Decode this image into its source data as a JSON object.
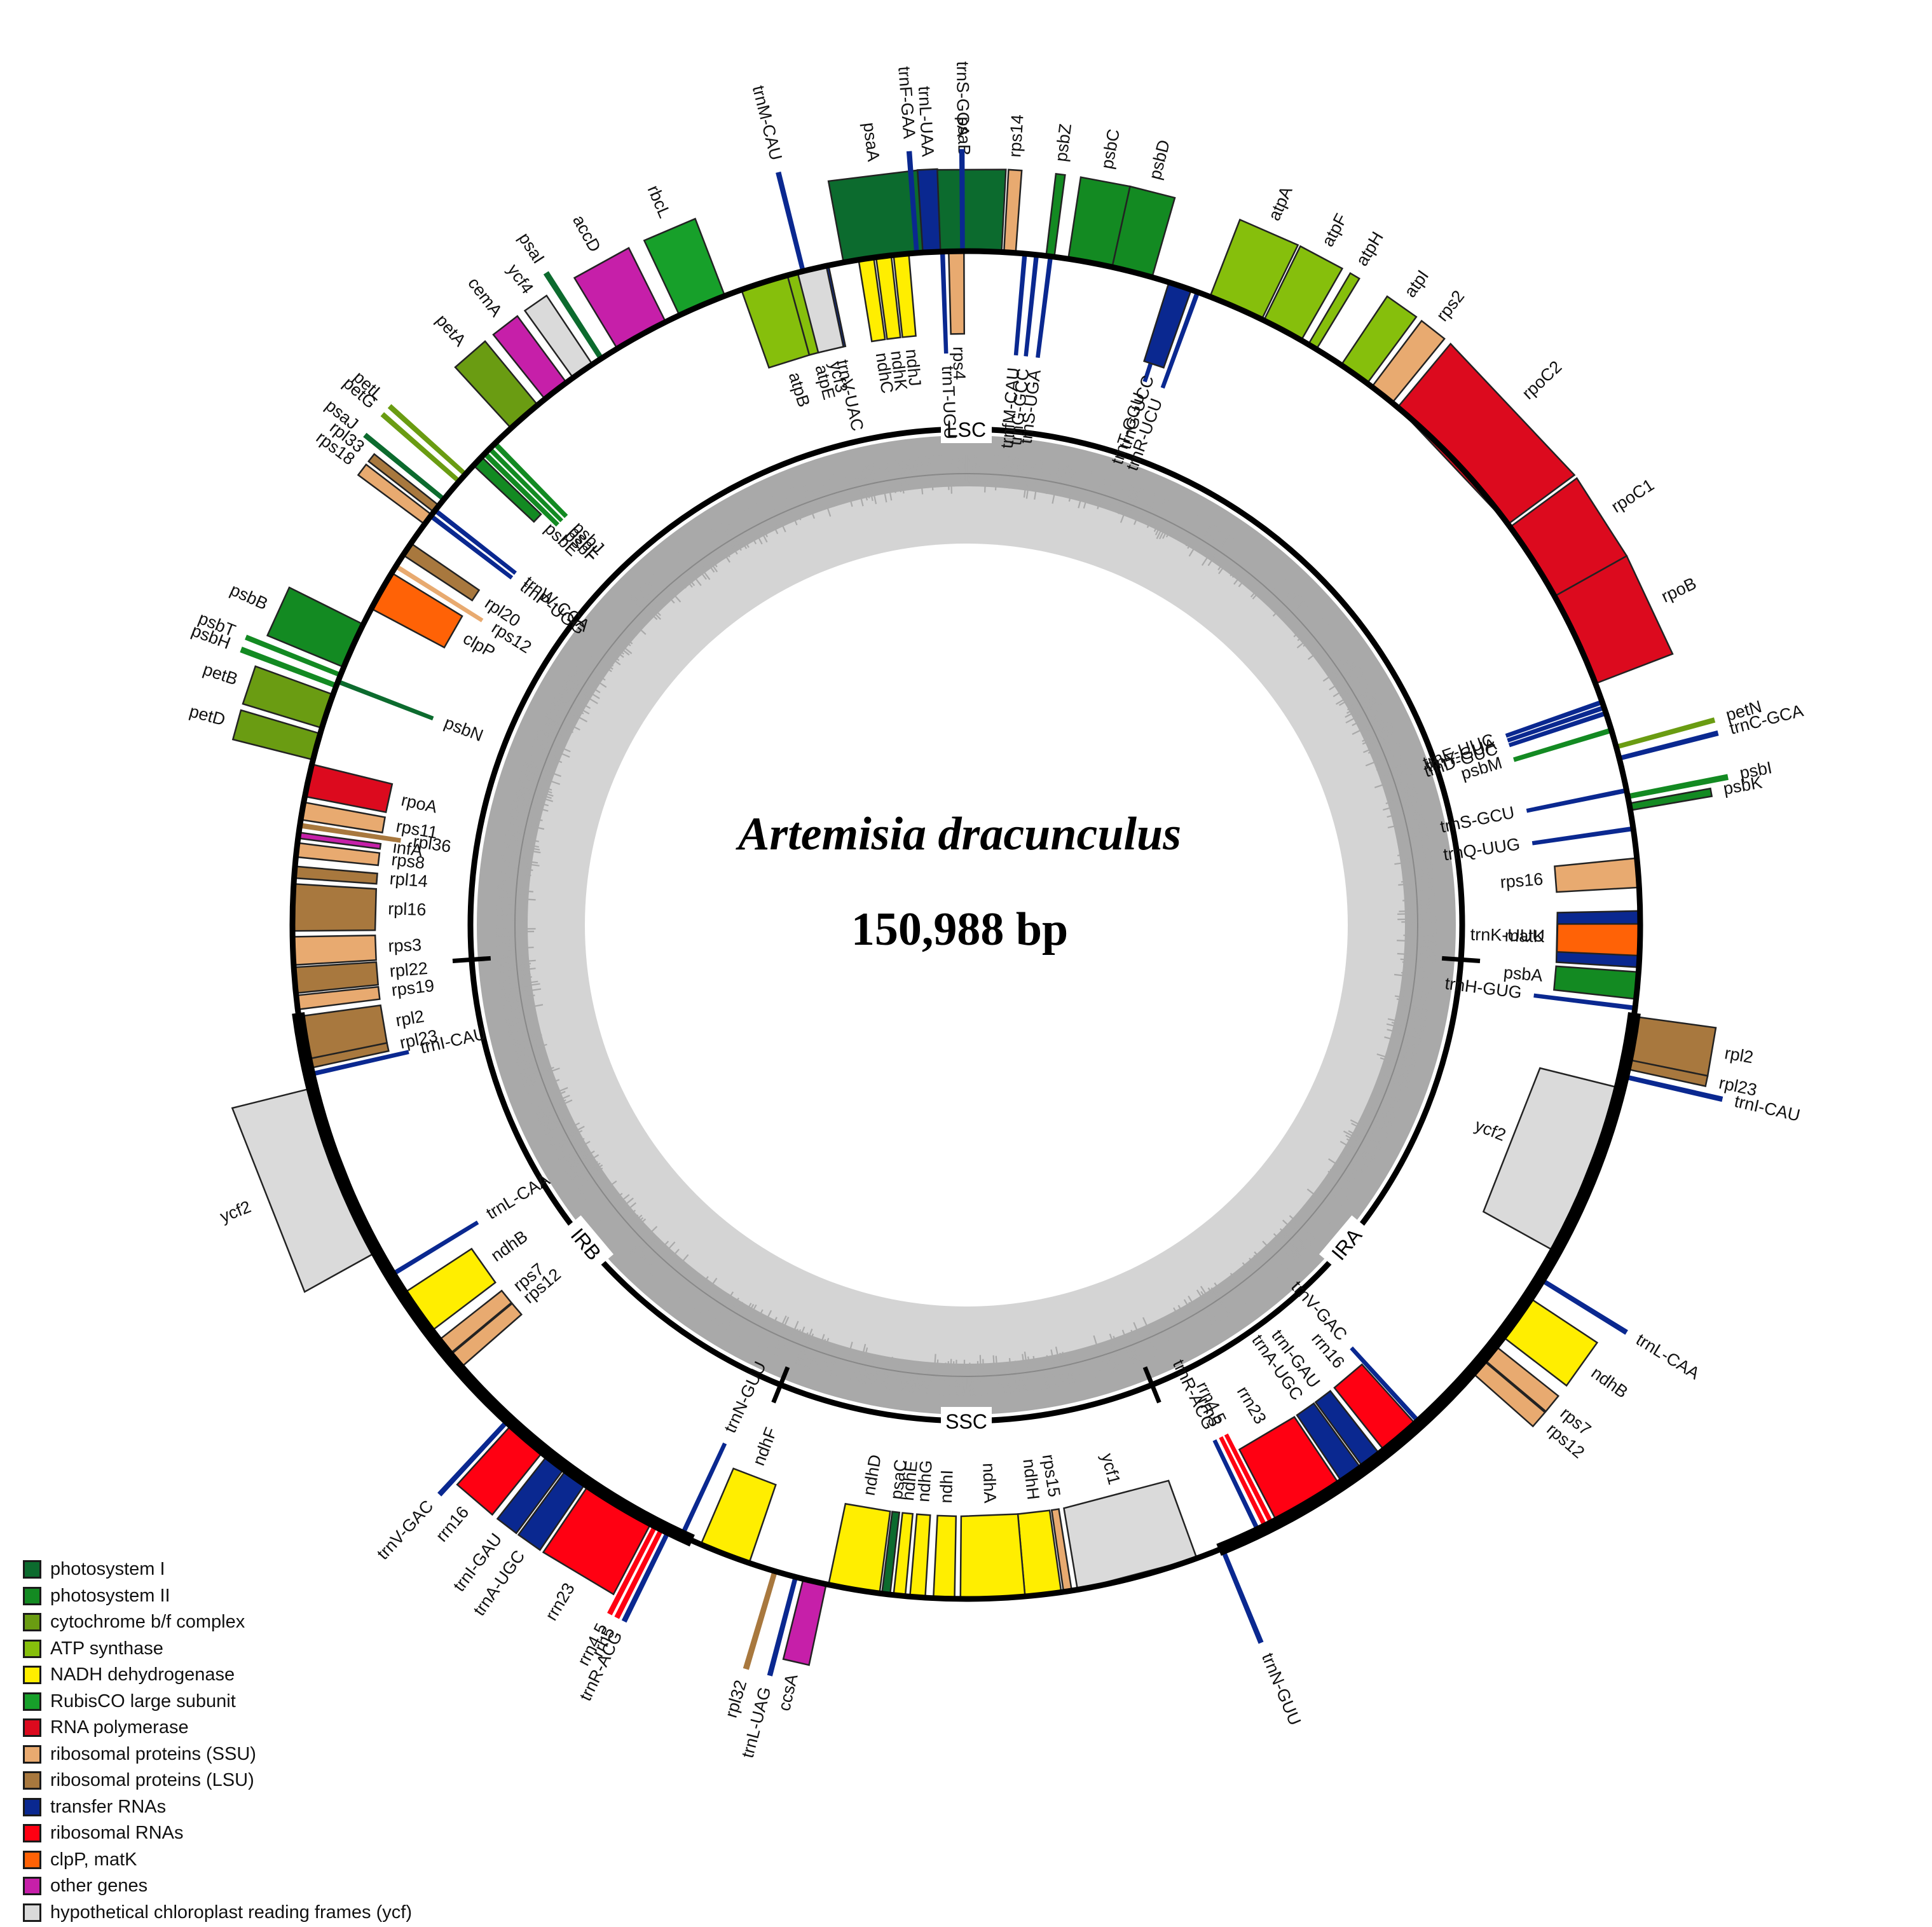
{
  "title": {
    "species": "Artemisia dracunculus",
    "size": "150,988 bp"
  },
  "regions": [
    {
      "label": "LSC",
      "angle": 0
    },
    {
      "label": "IRA",
      "angle": 130
    },
    {
      "label": "SSC",
      "angle": 180
    },
    {
      "label": "IRB",
      "angle": 230
    }
  ],
  "region_ticks": [
    94,
    158,
    202,
    266
  ],
  "colors": {
    "photosystem_I": "#0c6b2e",
    "photosystem_II": "#138a22",
    "cytochrome": "#6a9c12",
    "atp": "#86bf0c",
    "ndh": "#ffee00",
    "rubisco": "#17a02a",
    "rpo": "#dc0a1e",
    "rps": "#e8aa70",
    "rpl": "#a8783e",
    "trna": "#0a2890",
    "rrna": "#ff0012",
    "clp": "#ff6206",
    "other": "#c61fa9",
    "ycf": "#dadada"
  },
  "legend": [
    {
      "label": "photosystem I",
      "color": "#0c6b2e"
    },
    {
      "label": "photosystem II",
      "color": "#138a22"
    },
    {
      "label": "cytochrome b/f complex",
      "color": "#6a9c12"
    },
    {
      "label": "ATP synthase",
      "color": "#86bf0c"
    },
    {
      "label": "NADH dehydrogenase",
      "color": "#ffee00"
    },
    {
      "label": "RubisCO large subunit",
      "color": "#17a02a"
    },
    {
      "label": "RNA polymerase",
      "color": "#dc0a1e"
    },
    {
      "label": "ribosomal proteins (SSU)",
      "color": "#e8aa70"
    },
    {
      "label": "ribosomal proteins (LSU)",
      "color": "#a8783e"
    },
    {
      "label": "transfer RNAs",
      "color": "#0a2890"
    },
    {
      "label": "ribosomal RNAs",
      "color": "#ff0012"
    },
    {
      "label": "clpP, matK",
      "color": "#ff6206"
    },
    {
      "label": "other genes",
      "color": "#c61fa9"
    },
    {
      "label": "hypothetical chloroplast reading frames (ycf)",
      "color": "#dadada"
    }
  ],
  "genes": [
    {
      "name": "psaA",
      "type": "photosystem_I",
      "start": -10.5,
      "end": -3.5,
      "side": "out"
    },
    {
      "name": "psaB",
      "type": "photosystem_I",
      "start": -3.5,
      "end": 3.0,
      "side": "out"
    },
    {
      "name": "rps14",
      "type": "rps",
      "start": 3.2,
      "end": 4.2,
      "side": "out"
    },
    {
      "name": "trnfM-CAU",
      "type": "trna",
      "start": 4.8,
      "end": 5.1,
      "side": "in"
    },
    {
      "name": "trnG-GCC",
      "type": "trna",
      "start": 5.8,
      "end": 6.1,
      "side": "in"
    },
    {
      "name": "psbZ",
      "type": "photosystem_II",
      "start": 6.8,
      "end": 7.5,
      "side": "out"
    },
    {
      "name": "trnS-UGA",
      "type": "trna",
      "start": 7.0,
      "end": 7.3,
      "side": "in"
    },
    {
      "name": "psbC",
      "type": "photosystem_II",
      "start": 8.7,
      "end": 12.5,
      "side": "out"
    },
    {
      "name": "psbD",
      "type": "photosystem_II",
      "start": 12.5,
      "end": 16.0,
      "side": "out"
    },
    {
      "name": "trnT-GGU",
      "type": "trna",
      "start": 18.0,
      "end": 18.3,
      "side": "in"
    },
    {
      "name": "trnG-UCC",
      "type": "trna",
      "start": 17.5,
      "end": 19.5,
      "side": "in"
    },
    {
      "name": "trnR-UCU",
      "type": "trna",
      "start": 19.9,
      "end": 20.2,
      "side": "in"
    },
    {
      "name": "atpA",
      "type": "atp",
      "start": 21.2,
      "end": 26.0,
      "side": "out"
    },
    {
      "name": "atpF",
      "type": "atp",
      "start": 26.2,
      "end": 29.8,
      "side": "out"
    },
    {
      "name": "atpH",
      "type": "atp",
      "start": 30.5,
      "end": 31.3,
      "side": "out"
    },
    {
      "name": "atpI",
      "type": "atp",
      "start": 33.8,
      "end": 36.5,
      "side": "out"
    },
    {
      "name": "rps2",
      "type": "rps",
      "start": 37.0,
      "end": 39.2,
      "side": "out"
    },
    {
      "name": "rpoC2",
      "type": "rpo",
      "start": 39.8,
      "end": 53.5,
      "side": "out"
    },
    {
      "name": "rpoC1",
      "type": "rpo",
      "start": 53.8,
      "end": 60.8,
      "side": "out"
    },
    {
      "name": "rpoB",
      "type": "rpo",
      "start": 60.8,
      "end": 69.0,
      "side": "out"
    },
    {
      "name": "trnC-GCA",
      "type": "trna",
      "start": 75.5,
      "end": 75.8,
      "side": "out"
    },
    {
      "name": "petN",
      "type": "cytochrome",
      "start": 74.5,
      "end": 74.8,
      "side": "out"
    },
    {
      "name": "psbM",
      "type": "photosystem_II",
      "start": 73.0,
      "end": 73.4,
      "side": "in"
    },
    {
      "name": "trnD-GUC",
      "type": "trna",
      "start": 71.5,
      "end": 71.8,
      "side": "in"
    },
    {
      "name": "trnY-GUA",
      "type": "trna",
      "start": 71.0,
      "end": 71.3,
      "side": "in"
    },
    {
      "name": "trnE-UUC",
      "type": "trna",
      "start": 70.5,
      "end": 70.8,
      "side": "in"
    },
    {
      "name": "psbI",
      "type": "photosystem_II",
      "start": 78.8,
      "end": 79.2,
      "side": "out"
    },
    {
      "name": "psbK",
      "type": "photosystem_II",
      "start": 79.6,
      "end": 80.2,
      "side": "out"
    },
    {
      "name": "trnS-GCU",
      "type": "trna",
      "start": 78.3,
      "end": 78.6,
      "side": "in"
    },
    {
      "name": "trnQ-UUG",
      "type": "trna",
      "start": 81.6,
      "end": 81.9,
      "side": "in"
    },
    {
      "name": "rps16",
      "type": "rps",
      "start": 84.3,
      "end": 86.8,
      "side": "in"
    },
    {
      "name": "trnK-UUU",
      "type": "trna",
      "start": 88.8,
      "end": 93.6,
      "side": "in"
    },
    {
      "name": "matK",
      "type": "clp",
      "start": 89.9,
      "end": 92.6,
      "side": "in"
    },
    {
      "name": "psbA",
      "type": "photosystem_II",
      "start": 94.0,
      "end": 96.3,
      "side": "in"
    },
    {
      "name": "trnH-GUG",
      "type": "trna",
      "start": 96.9,
      "end": 97.2,
      "side": "in"
    },
    {
      "name": "rpl2",
      "type": "rpl",
      "start": 97.8,
      "end": 101.5,
      "side": "out"
    },
    {
      "name": "rpl23",
      "type": "rpl",
      "start": 101.5,
      "end": 102.3,
      "side": "out"
    },
    {
      "name": "trnI-CAU",
      "type": "trna",
      "start": 102.8,
      "end": 103.1,
      "side": "out"
    },
    {
      "name": "ycf2",
      "type": "ycf",
      "start": 104.0,
      "end": 119.0,
      "side": "in"
    },
    {
      "name": "trnL-CAA",
      "type": "trna",
      "start": 121.5,
      "end": 121.8,
      "side": "out"
    },
    {
      "name": "ndhB",
      "type": "ndh",
      "start": 123.5,
      "end": 127.5,
      "side": "out"
    },
    {
      "name": "rps7",
      "type": "rps",
      "start": 128.5,
      "end": 130.0,
      "side": "out"
    },
    {
      "name": "rps12",
      "type": "rps",
      "start": 130.1,
      "end": 131.5,
      "side": "out"
    },
    {
      "name": "trnV-GAC",
      "type": "trna",
      "start": 137.5,
      "end": 137.8,
      "side": "in"
    },
    {
      "name": "rrn16",
      "type": "rrna",
      "start": 138.0,
      "end": 141.5,
      "side": "in"
    },
    {
      "name": "trnI-GAU",
      "type": "trna",
      "start": 142.0,
      "end": 143.8,
      "side": "in"
    },
    {
      "name": "trnA-UGC",
      "type": "trna",
      "start": 144.0,
      "end": 146.0,
      "side": "in"
    },
    {
      "name": "rrn23",
      "type": "rrna",
      "start": 146.3,
      "end": 152.5,
      "side": "in"
    },
    {
      "name": "rrn4.5",
      "type": "rrna",
      "start": 152.8,
      "end": 153.1,
      "side": "in"
    },
    {
      "name": "rrn5",
      "type": "rrna",
      "start": 153.4,
      "end": 153.7,
      "side": "in"
    },
    {
      "name": "trnR-ACG",
      "type": "trna",
      "start": 154.1,
      "end": 154.4,
      "side": "in"
    },
    {
      "name": "trnN-GUU",
      "type": "trna",
      "start": 157.5,
      "end": 157.8,
      "side": "out"
    },
    {
      "name": "ycf1",
      "type": "ycf",
      "start": 160.0,
      "end": 170.5,
      "side": "in"
    },
    {
      "name": "rps15",
      "type": "rps",
      "start": 171.0,
      "end": 171.7,
      "side": "in"
    },
    {
      "name": "ndhH",
      "type": "ndh",
      "start": 171.9,
      "end": 175.0,
      "side": "in"
    },
    {
      "name": "ndhA",
      "type": "ndh",
      "start": 175.0,
      "end": 180.5,
      "side": "in"
    },
    {
      "name": "ndhI",
      "type": "ndh",
      "start": 181.0,
      "end": 182.8,
      "side": "in"
    },
    {
      "name": "ndhG",
      "type": "ndh",
      "start": 183.5,
      "end": 184.8,
      "side": "in"
    },
    {
      "name": "ndhE",
      "type": "ndh",
      "start": 185.2,
      "end": 186.2,
      "side": "in"
    },
    {
      "name": "psaC",
      "type": "photosystem_I",
      "start": 186.5,
      "end": 187.2,
      "side": "in"
    },
    {
      "name": "ndhD",
      "type": "ndh",
      "start": 187.4,
      "end": 191.8,
      "side": "in"
    },
    {
      "name": "ccsA",
      "type": "other",
      "start": 192.0,
      "end": 194.0,
      "side": "out"
    },
    {
      "name": "trnL-UAG",
      "type": "trna",
      "start": 194.5,
      "end": 194.8,
      "side": "out"
    },
    {
      "name": "rpl32",
      "type": "rpl",
      "start": 196.3,
      "end": 196.7,
      "side": "out"
    },
    {
      "name": "ndhF",
      "type": "ndh",
      "start": 198.8,
      "end": 203.2,
      "side": "in"
    },
    {
      "name": "trnN-GUU",
      "type": "trna",
      "start": 204.8,
      "end": 205.1,
      "side": "in"
    },
    {
      "name": "trnR-ACG",
      "type": "trna",
      "start": 206.0,
      "end": 206.3,
      "side": "out"
    },
    {
      "name": "rrn5",
      "type": "rrna",
      "start": 206.6,
      "end": 206.9,
      "side": "out"
    },
    {
      "name": "rrn4.5",
      "type": "rrna",
      "start": 207.2,
      "end": 207.5,
      "side": "out"
    },
    {
      "name": "rrn23",
      "type": "rrna",
      "start": 207.8,
      "end": 214.0,
      "side": "out"
    },
    {
      "name": "trnA-UGC",
      "type": "trna",
      "start": 214.3,
      "end": 216.3,
      "side": "out"
    },
    {
      "name": "trnI-GAU",
      "type": "trna",
      "start": 216.5,
      "end": 218.3,
      "side": "out"
    },
    {
      "name": "rrn16",
      "type": "rrna",
      "start": 218.8,
      "end": 222.3,
      "side": "out"
    },
    {
      "name": "trnV-GAC",
      "type": "trna",
      "start": 222.6,
      "end": 222.9,
      "side": "out"
    },
    {
      "name": "rps12",
      "type": "rps",
      "start": 228.8,
      "end": 230.2,
      "side": "in"
    },
    {
      "name": "rps7",
      "type": "rps",
      "start": 230.3,
      "end": 231.8,
      "side": "in"
    },
    {
      "name": "ndhB",
      "type": "ndh",
      "start": 232.8,
      "end": 236.8,
      "side": "in"
    },
    {
      "name": "trnL-CAA",
      "type": "trna",
      "start": 238.5,
      "end": 238.8,
      "side": "in"
    },
    {
      "name": "ycf2",
      "type": "ycf",
      "start": 241.0,
      "end": 256.0,
      "side": "out"
    },
    {
      "name": "trnI-CAU",
      "type": "trna",
      "start": 257.0,
      "end": 257.3,
      "side": "in"
    },
    {
      "name": "rpl23",
      "type": "rpl",
      "start": 257.7,
      "end": 258.5,
      "side": "in"
    },
    {
      "name": "rpl2",
      "type": "rpl",
      "start": 258.5,
      "end": 262.2,
      "side": "in"
    },
    {
      "name": "rps19",
      "type": "rps",
      "start": 262.8,
      "end": 264.0,
      "side": "in"
    },
    {
      "name": "rpl22",
      "type": "rpl",
      "start": 264.2,
      "end": 266.4,
      "side": "in"
    },
    {
      "name": "rps3",
      "type": "rps",
      "start": 266.6,
      "end": 269.0,
      "side": "in"
    },
    {
      "name": "rpl16",
      "type": "rpl",
      "start": 269.5,
      "end": 273.5,
      "side": "in"
    },
    {
      "name": "rpl14",
      "type": "rpl",
      "start": 274.0,
      "end": 275.0,
      "side": "in"
    },
    {
      "name": "rps8",
      "type": "rps",
      "start": 275.8,
      "end": 277.0,
      "side": "in"
    },
    {
      "name": "infA",
      "type": "other",
      "start": 277.4,
      "end": 277.9,
      "side": "in"
    },
    {
      "name": "rpl36",
      "type": "rpl",
      "start": 278.3,
      "end": 278.7,
      "side": "in"
    },
    {
      "name": "rps11",
      "type": "rps",
      "start": 279.0,
      "end": 280.5,
      "side": "in"
    },
    {
      "name": "rpoA",
      "type": "rpo",
      "start": 281.0,
      "end": 283.8,
      "side": "in"
    },
    {
      "name": "petD",
      "type": "cytochrome",
      "start": 284.2,
      "end": 286.5,
      "side": "out"
    },
    {
      "name": "petB",
      "type": "cytochrome",
      "start": 287.0,
      "end": 290.0,
      "side": "out"
    },
    {
      "name": "psbH",
      "type": "photosystem_II",
      "start": 290.6,
      "end": 291.0,
      "side": "out"
    },
    {
      "name": "psbN",
      "type": "photosystem_I",
      "start": 291.0,
      "end": 291.3,
      "side": "in"
    },
    {
      "name": "psbT",
      "type": "photosystem_II",
      "start": 291.6,
      "end": 291.9,
      "side": "out"
    },
    {
      "name": "psbB",
      "type": "photosystem_II",
      "start": 292.5,
      "end": 296.5,
      "side": "out"
    },
    {
      "name": "clpP",
      "type": "clp",
      "start": 298.0,
      "end": 301.5,
      "side": "in"
    },
    {
      "name": "rps12",
      "type": "rps",
      "start": 302.0,
      "end": 302.3,
      "side": "in"
    },
    {
      "name": "rpl20",
      "type": "rpl",
      "start": 303.3,
      "end": 304.5,
      "side": "in"
    },
    {
      "name": "rps18",
      "type": "rps",
      "start": 306.5,
      "end": 307.5,
      "side": "out"
    },
    {
      "name": "rpl33",
      "type": "rpl",
      "start": 307.8,
      "end": 308.5,
      "side": "out"
    },
    {
      "name": "trnP-UGG",
      "type": "trna",
      "start": 307.2,
      "end": 307.5,
      "side": "in"
    },
    {
      "name": "trnW-CCA",
      "type": "trna",
      "start": 307.8,
      "end": 308.1,
      "side": "in"
    },
    {
      "name": "psaJ",
      "type": "photosystem_I",
      "start": 309.0,
      "end": 309.3,
      "side": "out"
    },
    {
      "name": "petG",
      "type": "cytochrome",
      "start": 311.0,
      "end": 311.3,
      "side": "out"
    },
    {
      "name": "petL",
      "type": "cytochrome",
      "start": 311.8,
      "end": 312.1,
      "side": "out"
    },
    {
      "name": "psbE",
      "type": "photosystem_II",
      "start": 313.0,
      "end": 314.0,
      "side": "in"
    },
    {
      "name": "psbF",
      "type": "photosystem_II",
      "start": 314.2,
      "end": 314.6,
      "side": "in"
    },
    {
      "name": "psbL",
      "type": "photosystem_II",
      "start": 314.8,
      "end": 315.1,
      "side": "in"
    },
    {
      "name": "psbJ",
      "type": "photosystem_II",
      "start": 315.4,
      "end": 315.8,
      "side": "in"
    },
    {
      "name": "petA",
      "type": "cytochrome",
      "start": 317.5,
      "end": 320.5,
      "side": "out"
    },
    {
      "name": "cemA",
      "type": "other",
      "start": 321.3,
      "end": 323.6,
      "side": "out"
    },
    {
      "name": "ycf4",
      "type": "ycf",
      "start": 324.3,
      "end": 326.3,
      "side": "out"
    },
    {
      "name": "psaI",
      "type": "photosystem_I",
      "start": 327.0,
      "end": 327.4,
      "side": "out"
    },
    {
      "name": "accD",
      "type": "other",
      "start": 328.8,
      "end": 333.5,
      "side": "out"
    },
    {
      "name": "rbcL",
      "type": "rubisco",
      "start": 334.8,
      "end": 339.0,
      "side": "out"
    },
    {
      "name": "atpB",
      "type": "atp",
      "start": 340.5,
      "end": 344.6,
      "side": "in"
    },
    {
      "name": "atpE",
      "type": "atp",
      "start": 344.6,
      "end": 346.0,
      "side": "in"
    },
    {
      "name": "trnM-CAU",
      "type": "trna",
      "start": 345.8,
      "end": 346.1,
      "side": "out"
    },
    {
      "name": "trnV-UAC",
      "type": "trna",
      "start": 346.8,
      "end": 348.2,
      "side": "in"
    },
    {
      "name": "ndhC",
      "type": "ndh",
      "start": 350.8,
      "end": 352.1,
      "side": "in"
    },
    {
      "name": "ndhK",
      "type": "ndh",
      "start": 352.3,
      "end": 353.6,
      "side": "in"
    },
    {
      "name": "ndhJ",
      "type": "ndh",
      "start": 353.8,
      "end": 355.1,
      "side": "in"
    },
    {
      "name": "trnF-GAA",
      "type": "trna",
      "start": 355.6,
      "end": 355.9,
      "side": "out"
    },
    {
      "name": "trnL-UAA",
      "type": "trna",
      "start": 356.3,
      "end": 357.8,
      "side": "out"
    },
    {
      "name": "trnT-UGU",
      "type": "trna",
      "start": 357.8,
      "end": 358.1,
      "side": "in"
    },
    {
      "name": "rps4",
      "type": "rps",
      "start": 358.5,
      "end": 359.8,
      "side": "in"
    },
    {
      "name": "trnS-GGA",
      "type": "trna",
      "start": 359.5,
      "end": 359.8,
      "side": "out"
    },
    {
      "name": "ycf3",
      "type": "ycf",
      "start": -14.5,
      "end": -12.0,
      "side": "in"
    }
  ]
}
